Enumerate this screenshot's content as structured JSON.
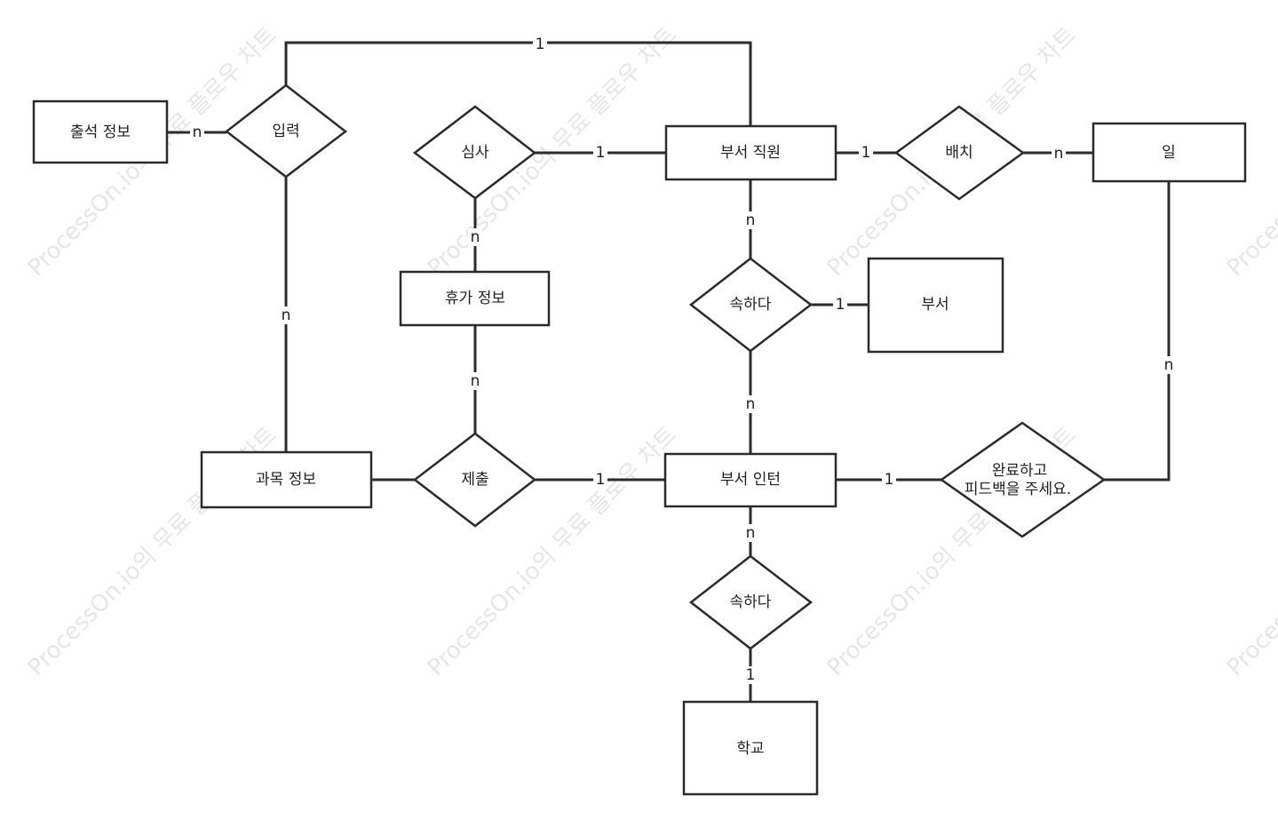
{
  "watermark": "ProcessOn.io의 무료 플로우 차트",
  "entities": {
    "attendance": "출석 정보",
    "staff": "부서 직원",
    "work": "일",
    "leave": "휴가 정보",
    "department": "부서",
    "course": "과목 정보",
    "intern": "부서 인턴",
    "school": "학교"
  },
  "relations": {
    "input": "입력",
    "review": "심사",
    "assign": "배치",
    "belong1": "속하다",
    "submit": "제출",
    "complete_line1": "완료하고",
    "complete_line2": "피드백을 주세요.",
    "belong2": "속하다"
  },
  "cardinalities": {
    "input_staff": "1",
    "attendance_input": "n",
    "input_course": "n",
    "review_staff": "1",
    "review_leave": "n",
    "staff_assign": "1",
    "assign_work": "n",
    "staff_belong1": "n",
    "belong1_department": "1",
    "belong1_intern": "n",
    "leave_submit": "n",
    "submit_intern": "1",
    "intern_complete": "1",
    "complete_work": "n",
    "intern_belong2": "n",
    "belong2_school": "1"
  }
}
